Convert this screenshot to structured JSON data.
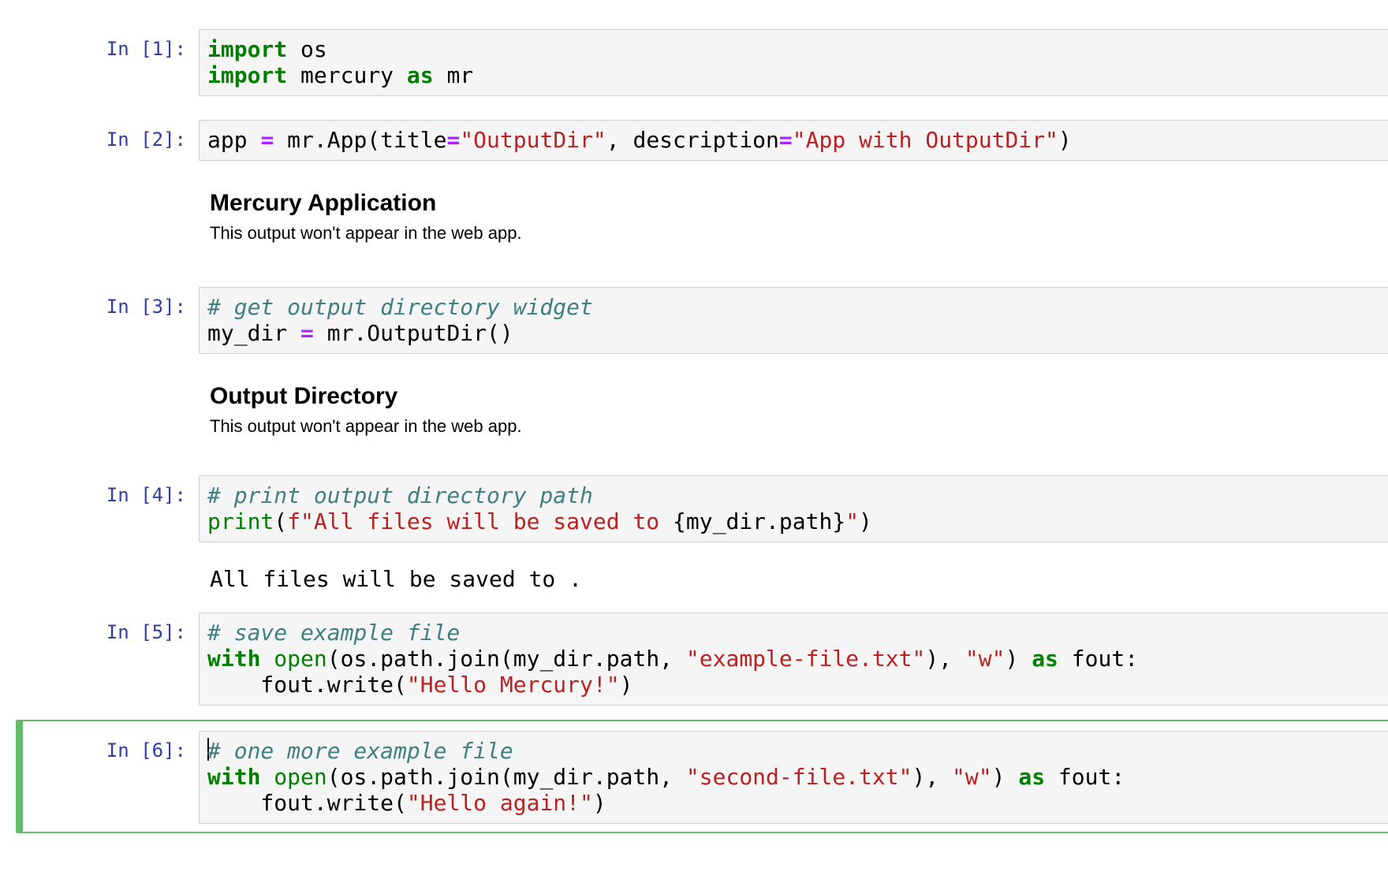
{
  "colors": {
    "prompt_blue": "#303f9f",
    "keyword_green": "#008000",
    "builtin_green": "#008000",
    "operator_purple": "#aa22ff",
    "string_red": "#ba2121",
    "comment_teal": "#408080",
    "cell_bg": "#f5f5f5",
    "cell_border": "#cfcfcf",
    "selected_border_green": "#66bb6a"
  },
  "cells": [
    {
      "prompt": "In [1]:",
      "selected": false,
      "lines": [
        [
          {
            "c": "kw",
            "t": "import"
          },
          {
            "c": "pl",
            "t": " os"
          }
        ],
        [
          {
            "c": "kw",
            "t": "import"
          },
          {
            "c": "pl",
            "t": " mercury "
          },
          {
            "c": "kw",
            "t": "as"
          },
          {
            "c": "pl",
            "t": " mr"
          }
        ]
      ],
      "outputs": []
    },
    {
      "prompt": "In [2]:",
      "selected": false,
      "lines": [
        [
          {
            "c": "pl",
            "t": "app "
          },
          {
            "c": "op",
            "t": "="
          },
          {
            "c": "pl",
            "t": " mr.App(title"
          },
          {
            "c": "op",
            "t": "="
          },
          {
            "c": "str",
            "t": "\"OutputDir\""
          },
          {
            "c": "pl",
            "t": ", description"
          },
          {
            "c": "op",
            "t": "="
          },
          {
            "c": "str",
            "t": "\"App with OutputDir\""
          },
          {
            "c": "pl",
            "t": ")"
          }
        ]
      ],
      "outputs": [
        {
          "kind": "markdown",
          "heading": "Mercury Application",
          "text": "This output won't appear in the web app."
        }
      ]
    },
    {
      "prompt": "In [3]:",
      "selected": false,
      "lines": [
        [
          {
            "c": "com",
            "t": "# get output directory widget"
          }
        ],
        [
          {
            "c": "pl",
            "t": "my_dir "
          },
          {
            "c": "op",
            "t": "="
          },
          {
            "c": "pl",
            "t": " mr.OutputDir()"
          }
        ]
      ],
      "outputs": [
        {
          "kind": "markdown",
          "heading": "Output Directory",
          "text": "This output won't appear in the web app."
        }
      ]
    },
    {
      "prompt": "In [4]:",
      "selected": false,
      "lines": [
        [
          {
            "c": "com",
            "t": "# print output directory path"
          }
        ],
        [
          {
            "c": "bi",
            "t": "print"
          },
          {
            "c": "pl",
            "t": "("
          },
          {
            "c": "str",
            "t": "f\"All files will be saved to "
          },
          {
            "c": "pl",
            "t": "{my_dir.path}"
          },
          {
            "c": "str",
            "t": "\""
          },
          {
            "c": "pl",
            "t": ")"
          }
        ]
      ],
      "outputs": [
        {
          "kind": "stream",
          "text": "All files will be saved to ."
        }
      ]
    },
    {
      "prompt": "In [5]:",
      "selected": false,
      "lines": [
        [
          {
            "c": "com",
            "t": "# save example file"
          }
        ],
        [
          {
            "c": "kw",
            "t": "with"
          },
          {
            "c": "pl",
            "t": " "
          },
          {
            "c": "bi",
            "t": "open"
          },
          {
            "c": "pl",
            "t": "(os.path.join(my_dir.path, "
          },
          {
            "c": "str",
            "t": "\"example-file.txt\""
          },
          {
            "c": "pl",
            "t": "), "
          },
          {
            "c": "str",
            "t": "\"w\""
          },
          {
            "c": "pl",
            "t": ") "
          },
          {
            "c": "kw",
            "t": "as"
          },
          {
            "c": "pl",
            "t": " fout:"
          }
        ],
        [
          {
            "c": "pl",
            "t": "    fout.write("
          },
          {
            "c": "str",
            "t": "\"Hello Mercury!\""
          },
          {
            "c": "pl",
            "t": ")"
          }
        ]
      ],
      "outputs": []
    },
    {
      "prompt": "In [6]:",
      "selected": true,
      "lines": [
        [
          {
            "c": "cursor",
            "t": ""
          },
          {
            "c": "com",
            "t": "# one more example file"
          }
        ],
        [
          {
            "c": "kw",
            "t": "with"
          },
          {
            "c": "pl",
            "t": " "
          },
          {
            "c": "bi",
            "t": "open"
          },
          {
            "c": "pl",
            "t": "(os.path.join(my_dir.path, "
          },
          {
            "c": "str",
            "t": "\"second-file.txt\""
          },
          {
            "c": "pl",
            "t": "), "
          },
          {
            "c": "str",
            "t": "\"w\""
          },
          {
            "c": "pl",
            "t": ") "
          },
          {
            "c": "kw",
            "t": "as"
          },
          {
            "c": "pl",
            "t": " fout:"
          }
        ],
        [
          {
            "c": "pl",
            "t": "    fout.write("
          },
          {
            "c": "str",
            "t": "\"Hello again!\""
          },
          {
            "c": "pl",
            "t": ")"
          }
        ]
      ],
      "outputs": []
    }
  ]
}
